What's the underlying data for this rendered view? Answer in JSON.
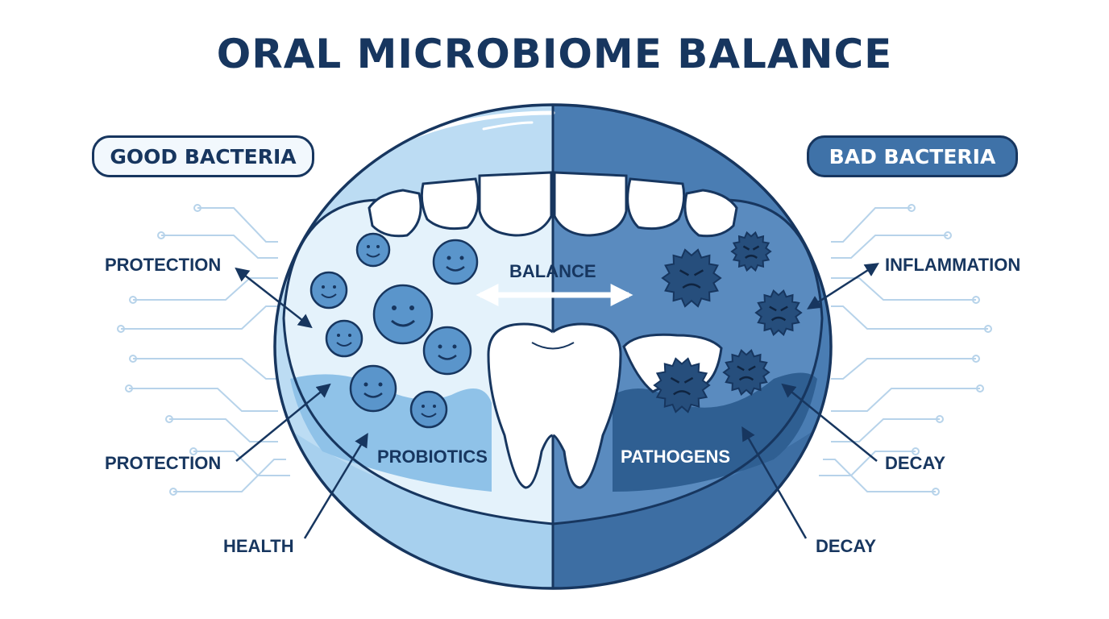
{
  "title": "ORAL MICROBIOME BALANCE",
  "good_side": {
    "badge": "GOOD BACTERIA",
    "callouts": [
      "PROTECTION",
      "PROTECTION",
      "HEALTH"
    ],
    "inner_label": "PROBIOTICS"
  },
  "bad_side": {
    "badge": "BAD BACTERIA",
    "callouts": [
      "INFLAMMATION",
      "DECAY",
      "DECAY"
    ],
    "inner_label": "PATHOGENS"
  },
  "center_label": "BALANCE",
  "colors": {
    "navy": "#17365f",
    "good_light": "#d7ebf8",
    "good_fill": "#a9d2ef",
    "bacteria_good": "#5a95cb",
    "bad_fill": "#3f72a8",
    "bad_dark": "#2f5f92",
    "bacteria_bad": "#264e7c"
  }
}
